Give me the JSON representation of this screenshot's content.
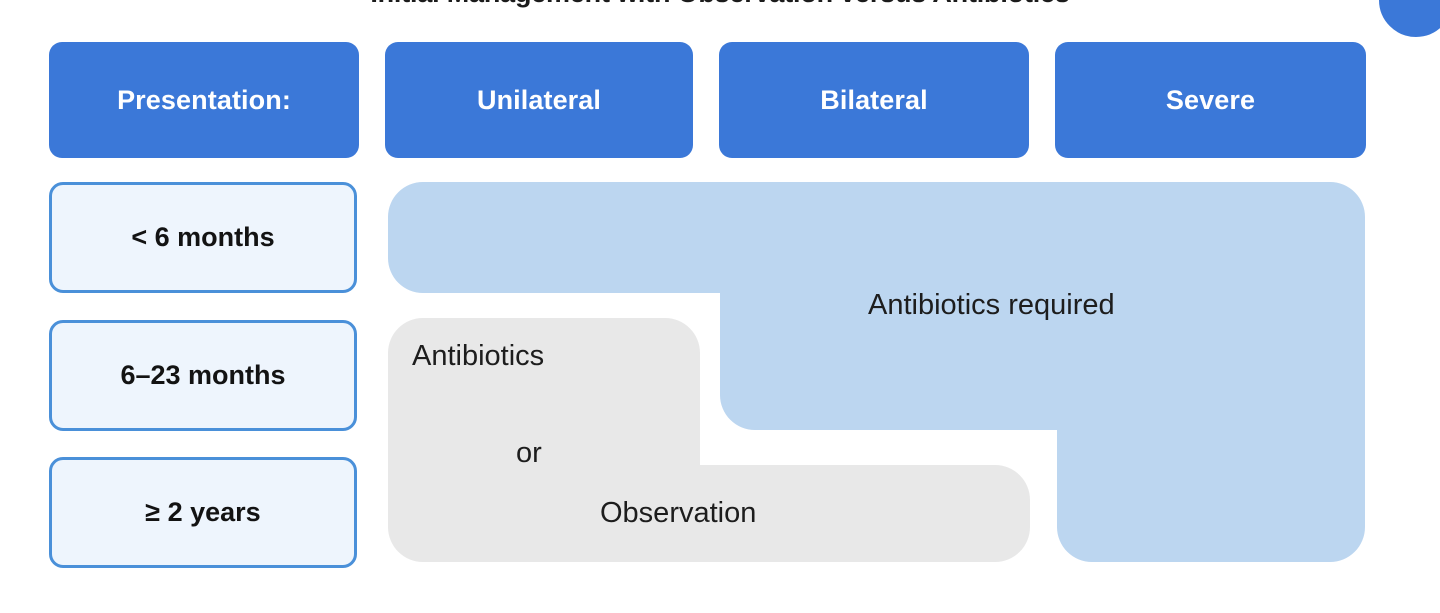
{
  "page": {
    "title": "Initial Management with Observation versus Antibiotics",
    "background_color": "#ffffff"
  },
  "corner_badge": {
    "name": "circular-badge",
    "color": "#3b78d8"
  },
  "colors": {
    "header_pill": "#3b78d8",
    "header_pill_text": "#ffffff",
    "row_pill_fill": "#eef5fd",
    "row_pill_border": "#4a90d9",
    "row_pill_text": "#131313",
    "antibiotics_region": "#bcd6f0",
    "observation_region": "#e8e8e8",
    "region_text": "#1d1d1d"
  },
  "header": {
    "pills": [
      {
        "label": "Presentation:"
      },
      {
        "label": "Unilateral"
      },
      {
        "label": "Bilateral"
      },
      {
        "label": "Severe"
      }
    ]
  },
  "rows": [
    {
      "label": "< 6 months"
    },
    {
      "label": "6–23 months"
    },
    {
      "label": "≥ 2 years"
    }
  ],
  "regions": {
    "antibiotics_required": {
      "label": "Antibiotics required"
    },
    "observation": {
      "label_primary": "Antibiotics",
      "label_connector": "or",
      "label_secondary": "Observation"
    }
  },
  "chart_data": {
    "type": "table",
    "title": "Initial Management with Observation versus Antibiotics",
    "xlabel": "Presentation:",
    "ylabel": "",
    "categories": [
      "Unilateral",
      "Bilateral",
      "Severe"
    ],
    "row_categories": [
      "< 6 months",
      "6–23 months",
      "≥ 2 years"
    ],
    "cells": [
      {
        "row": "< 6 months",
        "column": "Unilateral",
        "value": "Antibiotics required"
      },
      {
        "row": "< 6 months",
        "column": "Bilateral",
        "value": "Antibiotics required"
      },
      {
        "row": "< 6 months",
        "column": "Severe",
        "value": "Antibiotics required"
      },
      {
        "row": "6–23 months",
        "column": "Unilateral",
        "value": "Antibiotics or Observation"
      },
      {
        "row": "6–23 months",
        "column": "Bilateral",
        "value": "Antibiotics required"
      },
      {
        "row": "6–23 months",
        "column": "Severe",
        "value": "Antibiotics required"
      },
      {
        "row": "≥ 2 years",
        "column": "Unilateral",
        "value": "Antibiotics or Observation"
      },
      {
        "row": "≥ 2 years",
        "column": "Bilateral",
        "value": "Antibiotics or Observation"
      },
      {
        "row": "≥ 2 years",
        "column": "Severe",
        "value": "Antibiotics required"
      }
    ],
    "legend": [
      "Antibiotics required",
      "Antibiotics or Observation"
    ],
    "grid": false
  }
}
